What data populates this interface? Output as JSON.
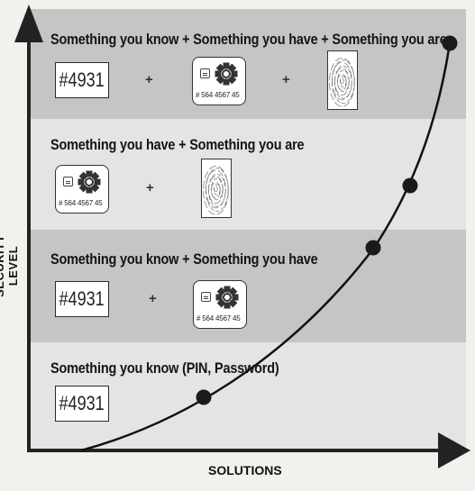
{
  "axes": {
    "y_label": "SECURITY LEVEL",
    "x_label": "SOLUTIONS"
  },
  "levels": [
    {
      "title": "Something you know + Something you have + Something you are",
      "pin": "#4931",
      "card_number": "# 564 4567 45",
      "plus": "+"
    },
    {
      "title": "Something you have + Something you are",
      "card_number": "# 564 4567 45",
      "plus": "+"
    },
    {
      "title": "Something you know + Something you have",
      "pin": "#4931",
      "card_number": "# 564 4567 45",
      "plus": "+"
    },
    {
      "title": "Something you know (PIN, Password)",
      "pin": "#4931"
    }
  ],
  "icons": {
    "pin": "pin-code-icon",
    "card": "smart-card-icon",
    "chip": "chip-icon",
    "gear": "gear-icon",
    "fingerprint": "fingerprint-icon"
  },
  "colors": {
    "band_dark": "#c5c5c3",
    "band_light": "#e4e4e2",
    "curve": "#111111",
    "axis": "#222222"
  }
}
